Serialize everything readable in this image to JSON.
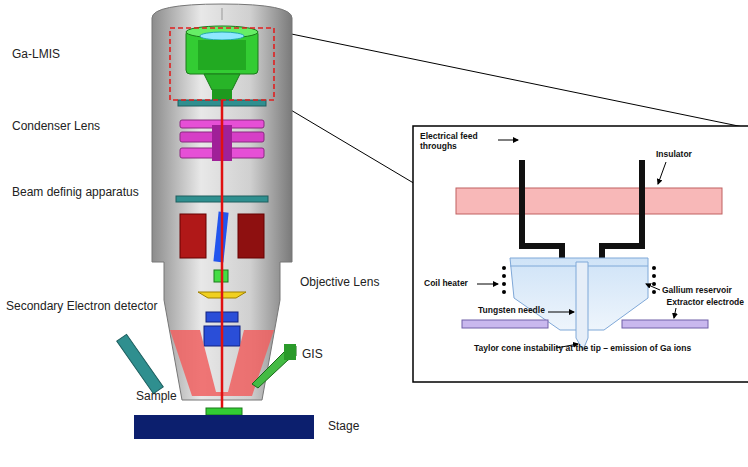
{
  "diagram": {
    "labels": [
      "Ga-LMIS",
      "Condenser Lens",
      "Beam definig apparatus",
      "Secondary Electron detector",
      "Objective Lens",
      "GIS",
      "Sample",
      "Stage",
      "Electrical feed throughs",
      "Insulator",
      "Coil heater",
      "Gallium reservoir",
      "Tungsten needle",
      "Extractor electrode",
      "Taylor cone instability at the tip – emission of Ga ions"
    ]
  }
}
